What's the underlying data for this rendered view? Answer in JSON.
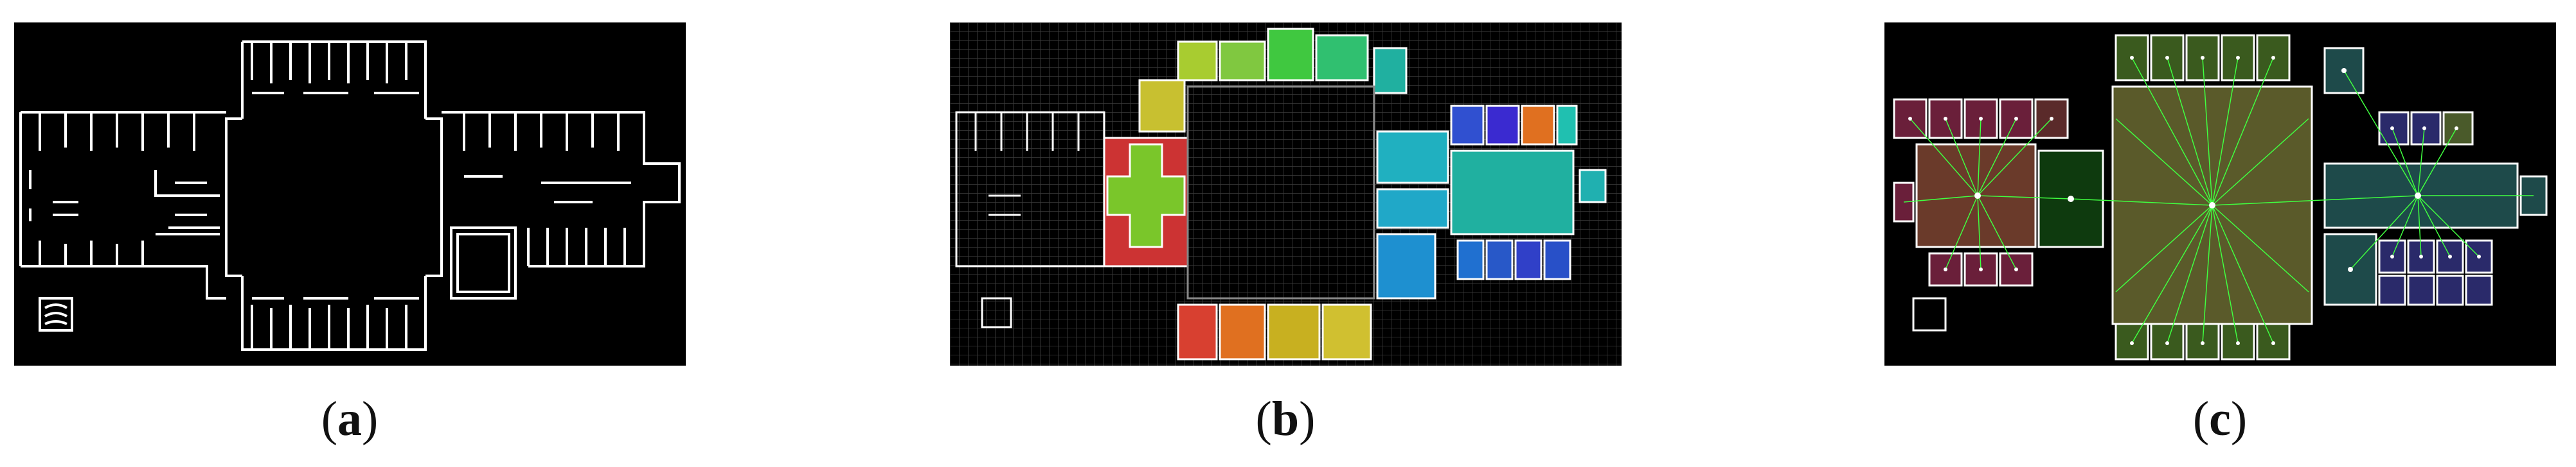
{
  "figure": {
    "panels": [
      {
        "id": "a",
        "caption": "(a)",
        "letter": "a",
        "kind": "wall-outline",
        "colors": {
          "background": "#000000",
          "lines": "#ffffff"
        }
      },
      {
        "id": "b",
        "caption": "(b)",
        "letter": "b",
        "kind": "room-segmentation",
        "colors": {
          "background": "#000000",
          "grid": "#444444",
          "palette": [
            "#cc3333",
            "#e06020",
            "#d0b020",
            "#a0cc30",
            "#40c840",
            "#20c090",
            "#20b0b0",
            "#20a0d0",
            "#2050c8",
            "#3a2ad0"
          ]
        }
      },
      {
        "id": "c",
        "caption": "(c)",
        "letter": "c",
        "kind": "room-graph",
        "colors": {
          "background": "#000000",
          "edges": "#40ff40",
          "room_fills": [
            "#6a1f3a",
            "#3a5a1e",
            "#5a5a2a",
            "#1e4a4a",
            "#2a2a6a",
            "#0e3a0e",
            "#4a2a1a"
          ]
        }
      }
    ]
  }
}
